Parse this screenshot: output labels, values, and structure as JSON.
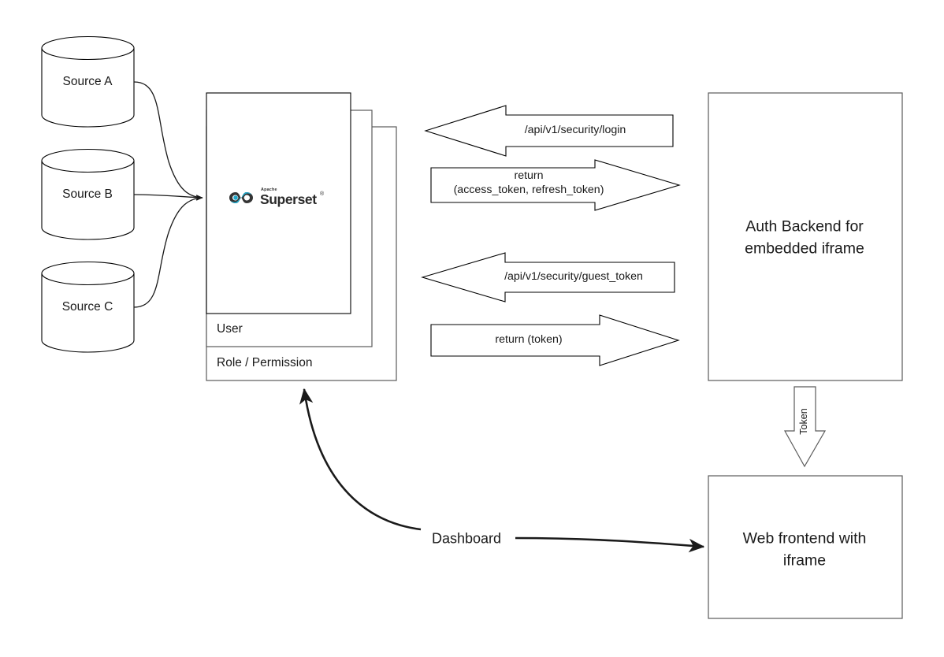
{
  "diagram": {
    "title": "Apache Superset embedded dashboard authentication flow",
    "colors": {
      "stroke": "#000000",
      "stroke_grey": "#5b5b5b",
      "background": "#ffffff",
      "logo_dark": "#2a2a2a",
      "logo_cyan": "#20a7c9"
    }
  },
  "sources": [
    {
      "label": "Source A"
    },
    {
      "label": "Source B"
    },
    {
      "label": "Source C"
    }
  ],
  "superset": {
    "logo": {
      "brand": "Apache",
      "name": "Superset",
      "trademark": "®"
    },
    "layers": [
      {
        "label": "User"
      },
      {
        "label": "Role / Permission"
      }
    ]
  },
  "api_arrows": [
    {
      "label": "/api/v1/security/login",
      "direction": "left"
    },
    {
      "label": "return\n(access_token, refresh_token)",
      "direction": "right"
    },
    {
      "label": "/api/v1/security/guest_token",
      "direction": "left"
    },
    {
      "label": "return (token)",
      "direction": "right"
    }
  ],
  "api_arrow_labels": {
    "login": "/api/v1/security/login",
    "return_tokens_line1": "return",
    "return_tokens_line2": "(access_token, refresh_token)",
    "guest_token": "/api/v1/security/guest_token",
    "return_token": "return (token)"
  },
  "boxes": {
    "auth_backend_line1": "Auth Backend for",
    "auth_backend_line2": "embedded iframe",
    "web_frontend_line1": "Web frontend with",
    "web_frontend_line2": "iframe"
  },
  "connectors": {
    "token": "Token",
    "dashboard": "Dashboard"
  }
}
